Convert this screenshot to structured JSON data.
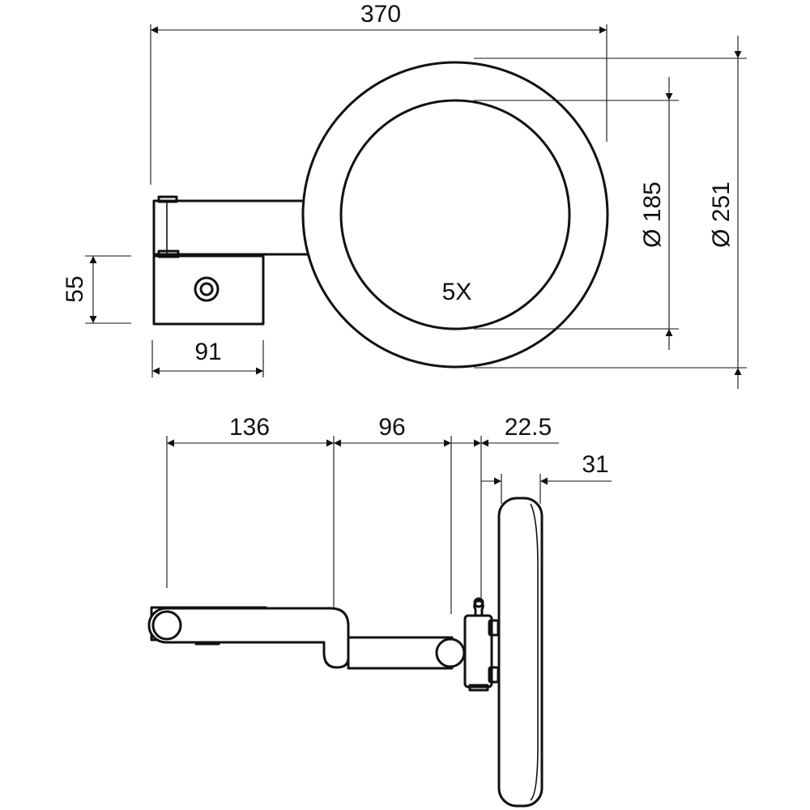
{
  "front_view": {
    "overall_width": "370",
    "block_height": "55",
    "block_width": "91",
    "mirror_inner_diameter": "Ø 185",
    "mirror_outer_diameter": "Ø 251",
    "magnification": "5X"
  },
  "side_view": {
    "arm_first_length": "136",
    "arm_second_length": "96",
    "joint_offset": "22.5",
    "mirror_depth": "31"
  }
}
